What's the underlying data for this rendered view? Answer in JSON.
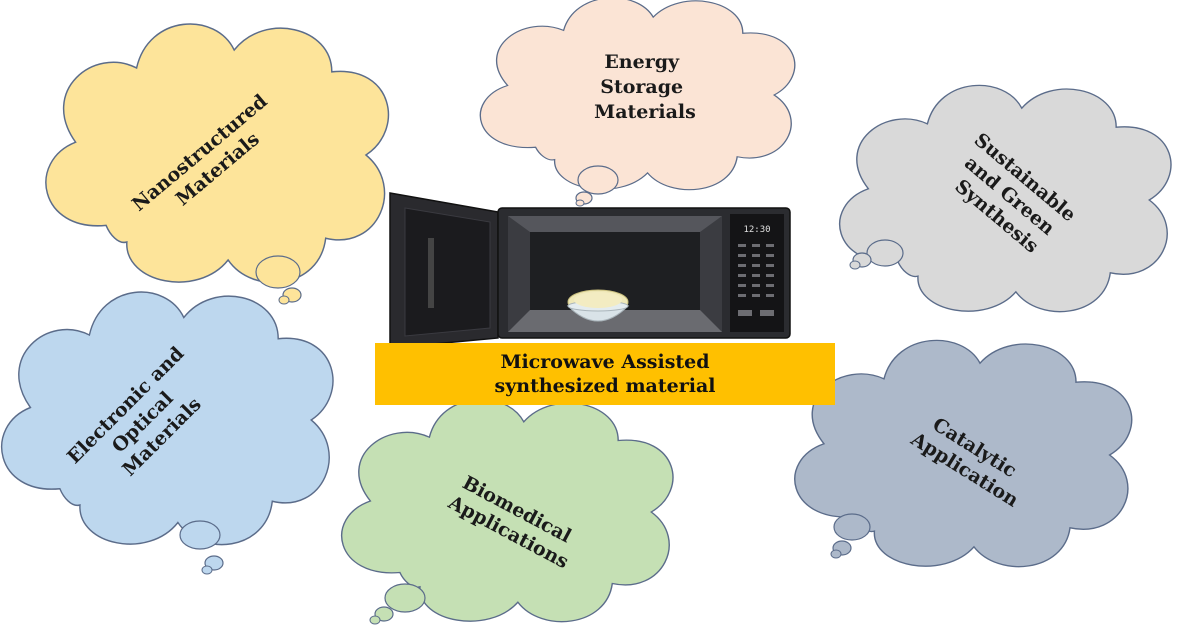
{
  "center": {
    "line1": "Microwave Assisted",
    "line2": "synthesized material",
    "color": "#ffc000"
  },
  "clouds": [
    {
      "id": "nano",
      "lines": [
        "Nanostructured",
        "Materials"
      ],
      "fill": "#fde49a"
    },
    {
      "id": "energy",
      "lines": [
        "Energy",
        "Storage",
        "Materials"
      ],
      "fill": "#fbe4d5"
    },
    {
      "id": "green",
      "lines": [
        "Sustainable",
        "and Green",
        "Synthesis"
      ],
      "fill": "#d9d9d9"
    },
    {
      "id": "electronic",
      "lines": [
        "Electronic and",
        "Optical",
        "Materials"
      ],
      "fill": "#bdd7ee"
    },
    {
      "id": "bio",
      "lines": [
        "Biomedical",
        "Applications"
      ],
      "fill": "#c5e0b4"
    },
    {
      "id": "catalytic",
      "lines": [
        "Catalytic",
        "Application"
      ],
      "fill": "#adb9ca"
    }
  ],
  "microwave": {
    "display": "12:30"
  },
  "icons": [
    "microwave-oven-icon",
    "powder-bowl-icon"
  ]
}
